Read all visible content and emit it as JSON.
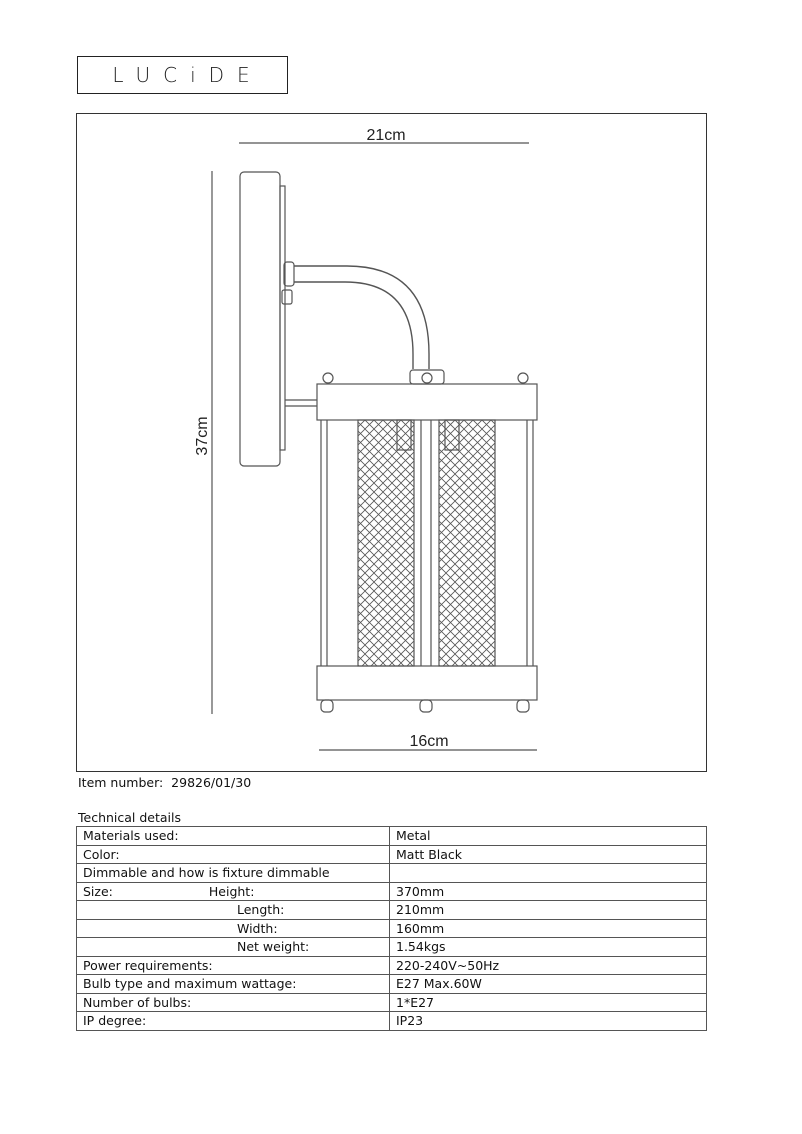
{
  "brand": {
    "logo_text": "LUCiDE"
  },
  "drawing": {
    "width_top_label": "21cm",
    "height_label": "37cm",
    "width_bottom_label": "16cm"
  },
  "item": {
    "label": "Item number:",
    "value": "29826/01/30"
  },
  "technical": {
    "title": "Technical details",
    "rows": [
      {
        "label": "Materials used:",
        "sublabel": "",
        "value": "Metal"
      },
      {
        "label": "Color:",
        "sublabel": "",
        "value": "Matt Black"
      },
      {
        "label": "Dimmable and how is fixture dimmable",
        "sublabel": "",
        "value": ""
      },
      {
        "label": "Size:",
        "sublabel": "Height:",
        "value": "370mm"
      },
      {
        "label": "",
        "sublabel": "Length:",
        "value": "210mm"
      },
      {
        "label": "",
        "sublabel": "Width:",
        "value": "160mm"
      },
      {
        "label": "",
        "sublabel": "Net weight:",
        "value": "1.54kgs"
      },
      {
        "label": "Power requirements:",
        "sublabel": "",
        "value": "220-240V~50Hz"
      },
      {
        "label": "Bulb type and maximum wattage:",
        "sublabel": "",
        "value": "E27 Max.60W"
      },
      {
        "label": "Number of bulbs:",
        "sublabel": "",
        "value": "1*E27"
      },
      {
        "label": "IP degree:",
        "sublabel": "",
        "value": "IP23"
      }
    ]
  }
}
